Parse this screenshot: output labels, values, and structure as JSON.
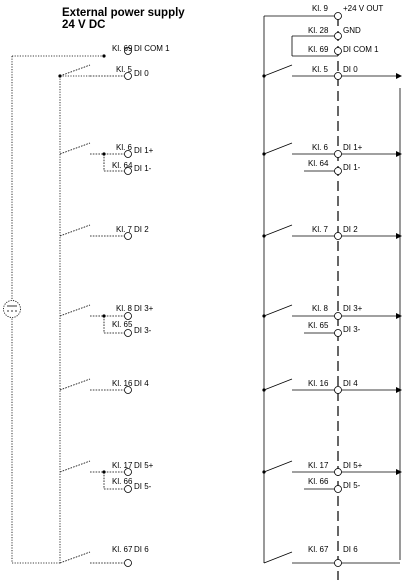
{
  "header": {
    "title_line1": "External power supply",
    "title_line2": "24 V DC"
  },
  "left": {
    "terminals": [
      {
        "kl": "Kl. 69",
        "di": "DI COM 1"
      },
      {
        "kl": "Kl. 5",
        "di": "DI 0"
      },
      {
        "kl": "Kl. 6",
        "di": "DI 1+"
      },
      {
        "kl": "Kl. 64",
        "di": "DI 1-"
      },
      {
        "kl": "Kl. 7",
        "di": "DI 2"
      },
      {
        "kl": "Kl. 8",
        "di": "DI 3+"
      },
      {
        "kl": "Kl. 65",
        "di": "DI 3-"
      },
      {
        "kl": "Kl. 16",
        "di": "DI 4"
      },
      {
        "kl": "Kl. 17",
        "di": "DI 5+"
      },
      {
        "kl": "Kl. 66",
        "di": "DI 5-"
      },
      {
        "kl": "Kl. 67",
        "di": "DI 6"
      }
    ]
  },
  "right": {
    "terminals": [
      {
        "kl": "Kl. 9",
        "di": "+24 V OUT"
      },
      {
        "kl": "Kl. 28",
        "di": "GND"
      },
      {
        "kl": "Kl. 69",
        "di": "DI COM 1"
      },
      {
        "kl": "Kl. 5",
        "di": "DI 0"
      },
      {
        "kl": "Kl. 6",
        "di": "DI 1+"
      },
      {
        "kl": "Kl. 64",
        "di": "DI 1-"
      },
      {
        "kl": "Kl. 7",
        "di": "DI 2"
      },
      {
        "kl": "Kl. 8",
        "di": "DI 3+"
      },
      {
        "kl": "Kl. 65",
        "di": "DI 3-"
      },
      {
        "kl": "Kl. 16",
        "di": "DI 4"
      },
      {
        "kl": "Kl. 17",
        "di": "DI 5+"
      },
      {
        "kl": "Kl. 66",
        "di": "DI 5-"
      },
      {
        "kl": "Kl. 67",
        "di": "DI 6"
      }
    ]
  },
  "icons": {
    "power_supply": "dc-source-icon",
    "switch": "switch-contact-icon"
  }
}
